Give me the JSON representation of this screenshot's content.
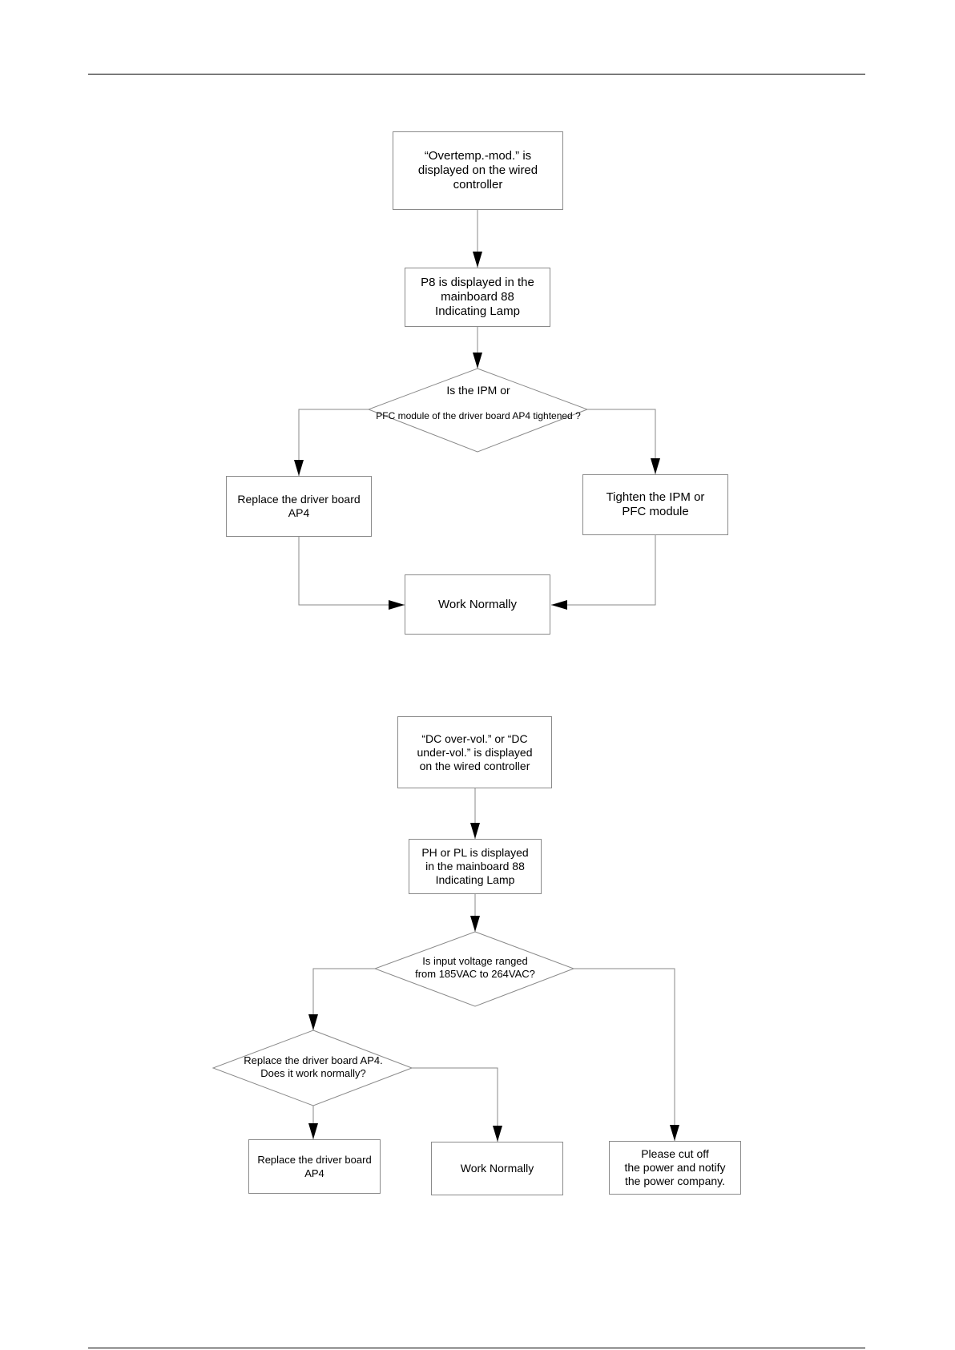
{
  "flow1": {
    "start": "“Overtemp.-mod.” is\ndisplayed on the wired\ncontroller",
    "step": "P8 is displayed in the\nmainboard 88\nIndicating Lamp",
    "decision_line1": "Is the IPM or",
    "decision_line2": "PFC module of the driver board AP4 tightened ?",
    "left_action": "Replace the driver board AP4",
    "right_action": "Tighten the IPM or\nPFC module",
    "end": "Work Normally"
  },
  "flow2": {
    "start": "“DC over-vol.” or “DC\nunder-vol.” is displayed\non the wired controller",
    "step": "PH or PL is displayed\nin the mainboard 88\nIndicating Lamp",
    "decision1": "Is input voltage ranged\nfrom 185VAC to 264VAC?",
    "decision2": "Replace the driver board AP4.\nDoes it work normally?",
    "action_replace": "Replace the driver board AP4",
    "action_normal": "Work Normally",
    "action_power": "Please cut off\nthe power and notify\nthe power company."
  }
}
